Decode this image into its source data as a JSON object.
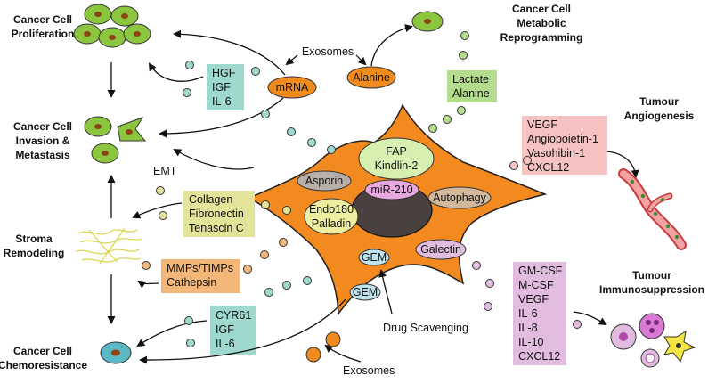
{
  "outcomes": {
    "proliferation": [
      "Cancer Cell",
      "Proliferation"
    ],
    "invasion": [
      "Cancer Cell",
      "Invasion &",
      "Metastasis"
    ],
    "stroma": [
      "Stroma",
      "Remodeling"
    ],
    "chemoresistance": [
      "Cancer Cell",
      "Chemoresistance"
    ],
    "metabolic": [
      "Cancer Cell",
      "Metabolic",
      "Reprogramming"
    ],
    "angiogenesis": [
      "Tumour",
      "Angiogenesis"
    ],
    "immunosuppression": [
      "Tumour",
      "Immunosuppression"
    ]
  },
  "boxes": {
    "growth_factors_top": [
      "HGF",
      "IGF",
      "IL-6"
    ],
    "ecm": [
      "Collagen",
      "Fibronectin",
      "Tenascin C"
    ],
    "proteases": [
      "MMPs/TIMPs",
      "Cathepsin"
    ],
    "growth_factors_bottom": [
      "CYR61",
      "IGF",
      "IL-6"
    ],
    "metabolites": [
      "Lactate",
      "Alanine"
    ],
    "angiogenic": [
      "VEGF",
      "Angiopoietin-1",
      "Vasohibin-1",
      "CXCL12"
    ],
    "immune": [
      "GM-CSF",
      "M-CSF",
      "VEGF",
      "IL-6",
      "IL-8",
      "IL-10",
      "CXCL12"
    ]
  },
  "box_colors": {
    "growth_factors": "#9ed8cf",
    "ecm": "#e3e39a",
    "proteases": "#f4b77a",
    "metabolites": "#b4dc8e",
    "angiogenic": "#f7c2c2",
    "immune": "#e2bcdf"
  },
  "labels": {
    "exosomes_top": "Exosomes",
    "exosomes_bottom": "Exosomes",
    "mrna": "mRNA",
    "alanine": "Alanine",
    "emt": "EMT",
    "drug_scavenging": "Drug Scavenging"
  },
  "caf_proteins": {
    "fap": [
      "FAP",
      "Kindlin-2"
    ],
    "asporin": "Asporin",
    "mir210": "miR-210",
    "autophagy": "Autophagy",
    "endo180": [
      "Endo180",
      "Palladin"
    ],
    "galectin": "Galectin",
    "gem_inner": "GEM",
    "gem_outer": "GEM"
  },
  "colors": {
    "caf_body": "#f28a1f",
    "nucleus": "#4a4040",
    "cancer_cell": "#8cc63f",
    "chemo_cell": "#5bb8c6",
    "exosome_orange": "#f18b1e"
  }
}
